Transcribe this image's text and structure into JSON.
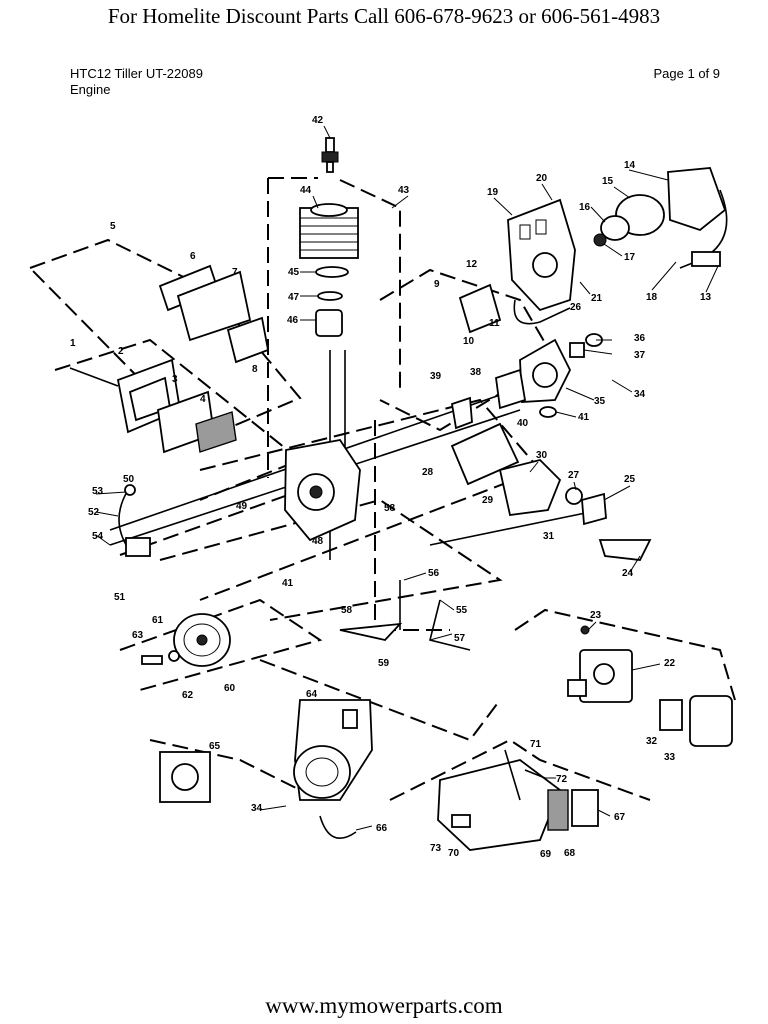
{
  "header": {
    "banner": "For Homelite Discount Parts Call 606-678-9623 or 606-561-4983",
    "model_line": "HTC12 Tiller UT-22089",
    "section": "Engine",
    "page": "Page 1 of 9"
  },
  "footer": {
    "url": "www.mymowerparts.com"
  },
  "parts": [
    "1",
    "2",
    "3",
    "4",
    "5",
    "6",
    "7",
    "8",
    "9",
    "10",
    "11",
    "12",
    "13",
    "14",
    "15",
    "16",
    "17",
    "18",
    "19",
    "20",
    "21",
    "22",
    "23",
    "24",
    "25",
    "26",
    "27",
    "28",
    "29",
    "30",
    "31",
    "32",
    "33",
    "34",
    "34",
    "35",
    "36",
    "37",
    "38",
    "39",
    "40",
    "41",
    "41",
    "42",
    "43",
    "44",
    "45",
    "46",
    "47",
    "48",
    "49",
    "50",
    "51",
    "52",
    "53",
    "54",
    "55",
    "56",
    "57",
    "58",
    "58",
    "59",
    "60",
    "61",
    "62",
    "63",
    "64",
    "65",
    "66",
    "67",
    "68",
    "69",
    "70",
    "71",
    "72",
    "73"
  ]
}
